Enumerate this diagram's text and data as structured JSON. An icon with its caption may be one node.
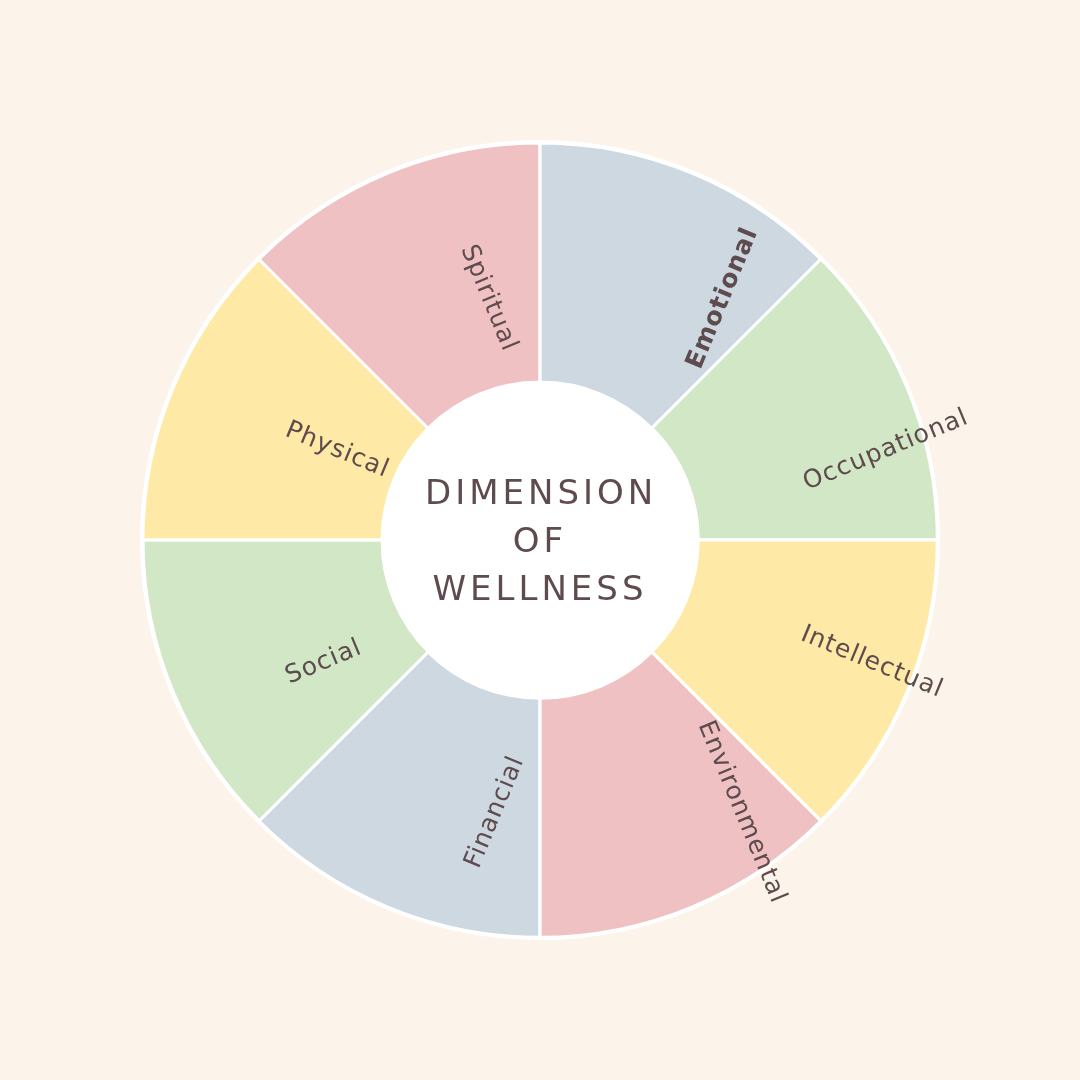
{
  "diagram": {
    "nodes": [
      {
        "text": [
          "DIMENSION OF WELLNESS"
        ]
      },
      {
        "text": [
          "Emotional"
        ]
      },
      {
        "text": [
          "Occupational"
        ]
      },
      {
        "text": [
          "Intellectual"
        ]
      },
      {
        "text": [
          "Environmental"
        ]
      },
      {
        "text": [
          "Financial"
        ]
      },
      {
        "text": [
          "Social"
        ]
      },
      {
        "text": [
          "Physical"
        ]
      },
      {
        "text": [
          "Spiritual"
        ]
      }
    ]
  }
}
